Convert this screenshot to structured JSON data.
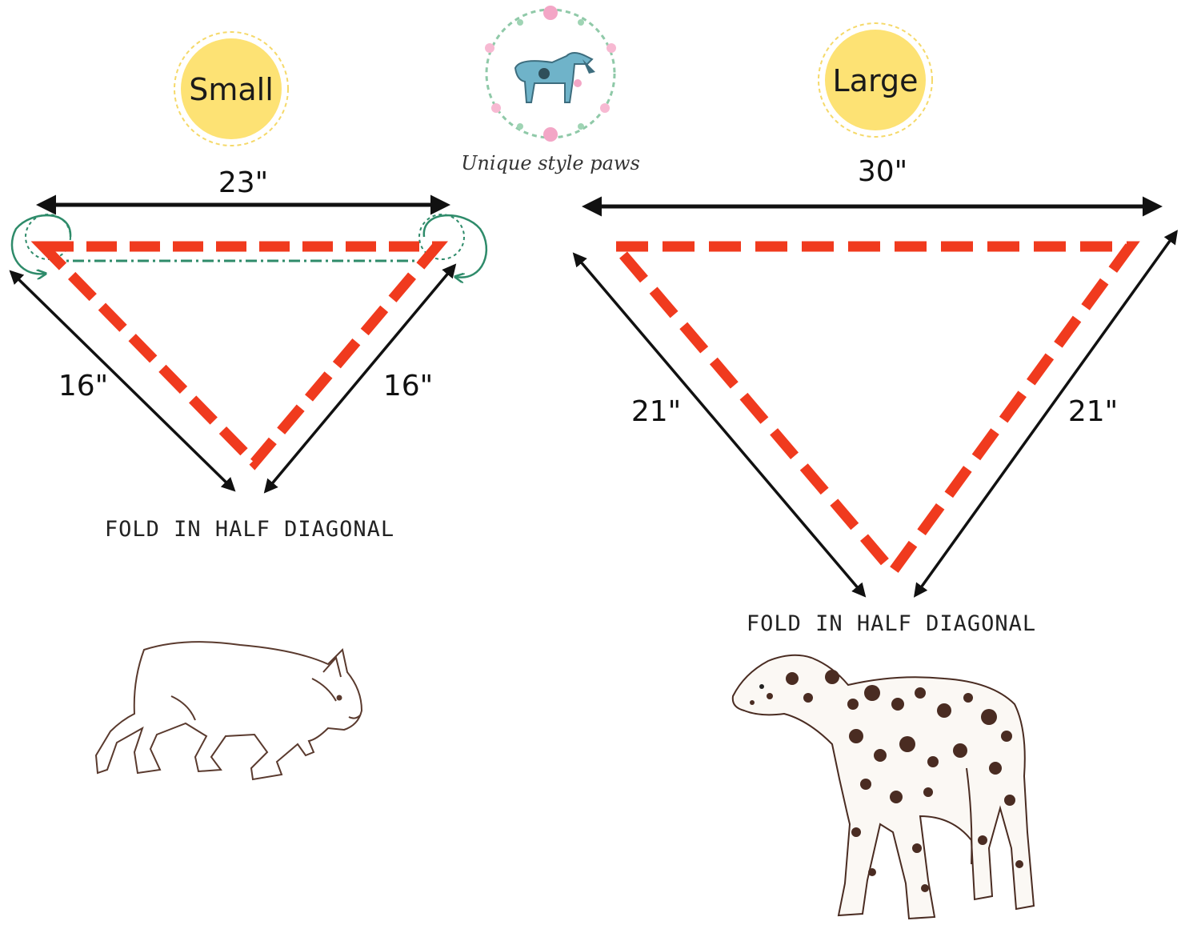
{
  "brand": {
    "name": "Unique style paws",
    "colors": {
      "wreath": "#8fc9a8",
      "flower": "#f3a6c6",
      "dog": "#6fb3c9"
    }
  },
  "small": {
    "size_label": "Small",
    "top_width": "23\"",
    "left_side": "16\"",
    "right_side": "16\"",
    "instruction": "FOLD IN HALF DIAGONAL",
    "illustration": "french-bulldog"
  },
  "large": {
    "size_label": "Large",
    "top_width": "30\"",
    "left_side": "21\"",
    "right_side": "21\"",
    "instruction": "FOLD IN HALF DIAGONAL",
    "illustration": "dalmatian"
  },
  "colors": {
    "dash_line": "#f03a1e",
    "fold_line": "#2e8b6a",
    "badge_fill": "#fde274",
    "badge_ring": "#f5d96a",
    "arrow": "#111111",
    "sketch": "#5a3a2e"
  }
}
